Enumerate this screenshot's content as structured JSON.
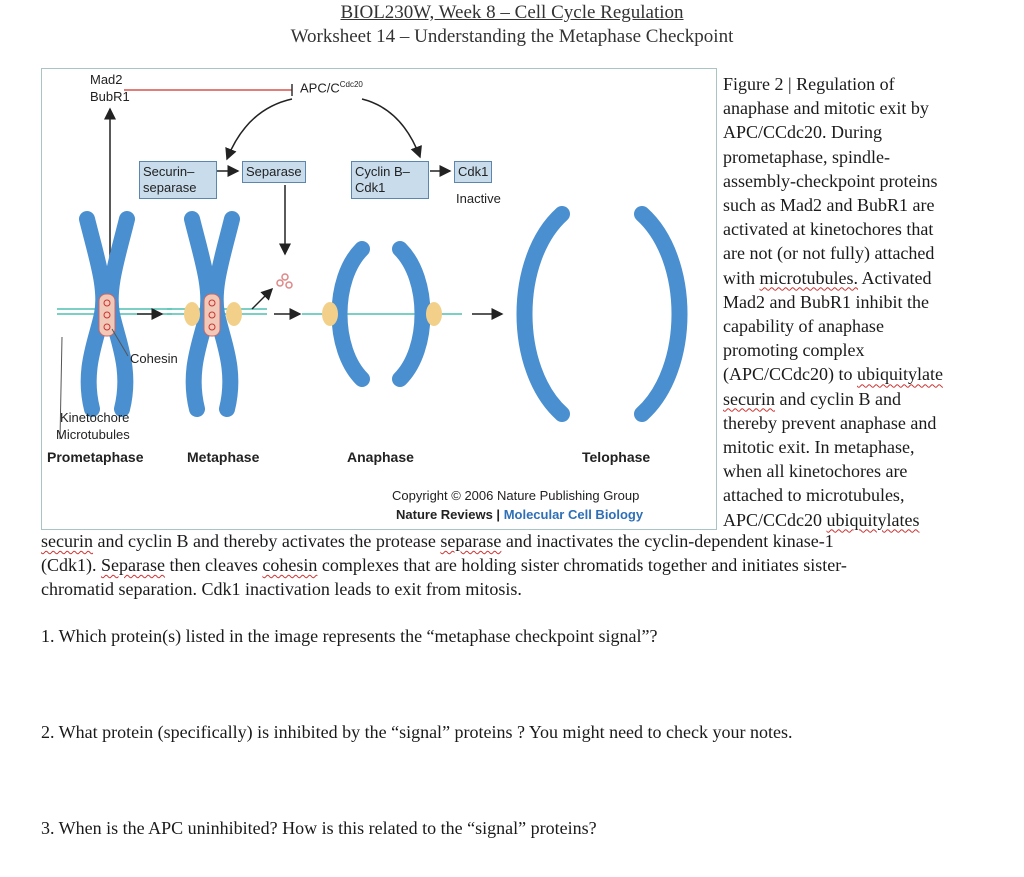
{
  "header": {
    "title": "BIOL230W, Week 8 – Cell Cycle Regulation",
    "subtitle": "Worksheet 14 – Understanding the Metaphase Checkpoint"
  },
  "figure": {
    "labels": {
      "mad2": "Mad2",
      "bubr1": "BubR1",
      "apc_prefix": "APC/C",
      "apc_superscript": "Cdc20",
      "securin_line1": "Securin–",
      "securin_line2": "separase",
      "separase": "Separase",
      "cyclin_line1": "Cyclin B–",
      "cyclin_line2": "Cdk1",
      "cdk1": "Cdk1",
      "inactive": "Inactive",
      "cohesin": "Cohesin",
      "kinetochore": "Kinetochore",
      "microtubules": "Microtubules"
    },
    "phases": [
      "Prometaphase",
      "Metaphase",
      "Anaphase",
      "Telophase"
    ],
    "copyright": "Copyright © 2006 Nature Publishing Group",
    "journal_prefix": "Nature Reviews | ",
    "journal_name": "Molecular Cell Biology",
    "colors": {
      "chromosome": "#4a8fd0",
      "box_fill": "#c8dcec",
      "inhibit_line": "#d9534f",
      "journal": "#2e6fb6"
    }
  },
  "caption": {
    "lines": [
      "Figure 2 | Regulation of",
      "anaphase and mitotic exit by",
      "APC/CCdc20. During",
      "prometaphase, spindle-",
      "assembly-checkpoint proteins",
      "such as Mad2 and BubR1 are",
      "activated at kinetochores that",
      "are not (or not fully) attached"
    ],
    "line9_pre": "with ",
    "line9_wavy": "microtubules.",
    "line9_post": " Activated",
    "line10": "Mad2 and BubR1 inhibit the",
    "line11": "capability of anaphase",
    "line12": "promoting complex",
    "line13_pre": "(APC/CCdc20) to ",
    "line13_wavy": "ubiquitylate",
    "line14_wavy": "securin",
    "line14_post": " and cyclin B and",
    "line15": "thereby prevent anaphase and",
    "line16": "mitotic exit. In metaphase,",
    "line17": "when all kinetochores are",
    "line18": "attached to microtubules,",
    "line19_pre": "APC/CCdc20 ",
    "line19_wavy": "ubiquitylates"
  },
  "continued": {
    "p1_wavy": "securin",
    "p1_a": " and cyclin B and thereby activates the protease ",
    "p1_wavy2": "separase",
    "p1_b": " and inactivates the cyclin-dependent kinase-1",
    "p2_a": "(Cdk1). ",
    "p2_wavy": "Separase",
    "p2_b": " then cleaves ",
    "p2_wavy2": "cohesin",
    "p2_c": " complexes that are holding sister chromatids together and initiates sister-",
    "p3": "chromatid separation.  Cdk1 inactivation leads to exit from mitosis."
  },
  "questions": [
    "1.  Which protein(s) listed in the image represents the “metaphase checkpoint signal”?",
    "2.  What protein (specifically) is inhibited by the “signal” proteins ?   You might need to check your notes.",
    "3.  When is the APC uninhibited?  How is this related to the “signal” proteins?"
  ]
}
